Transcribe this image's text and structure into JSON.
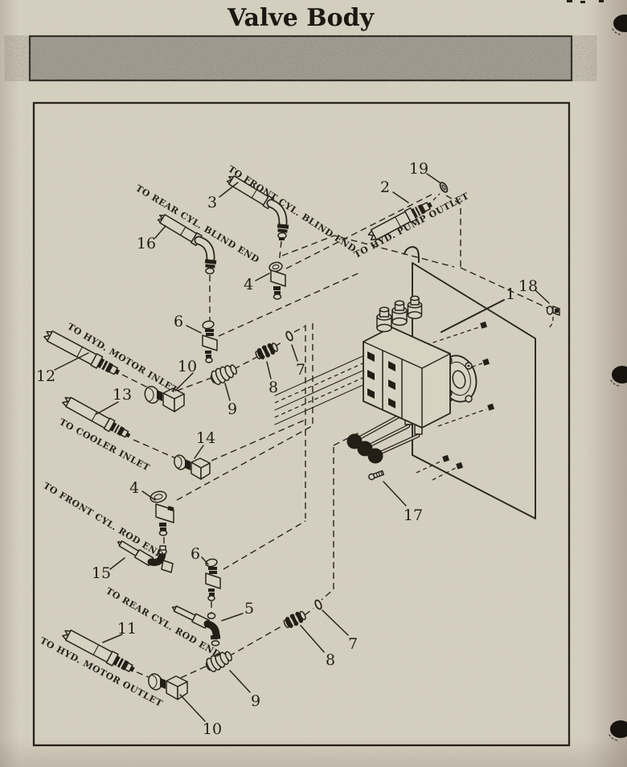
{
  "page": {
    "title": "Valve Body"
  },
  "diagram": {
    "labels": {
      "front_blind": "TO FRONT CYL. BLIND END",
      "rear_blind": "TO REAR CYL. BLIND END",
      "pump_outlet": "TO HYD. PUMP OUTLET",
      "motor_inlet": "TO HYD. MOTOR INLET",
      "cooler_inlet": "TO COOLER INLET",
      "front_rod": "TO FRONT CYL. ROD END",
      "rear_rod": "TO REAR CYL. ROD END",
      "motor_outlet": "TO HYD. MOTOR OUTLET"
    },
    "callouts": {
      "c1": "1",
      "c2": "2",
      "c3": "3",
      "c4_top": "4",
      "c4_left": "4",
      "c5": "5",
      "c6_mid": "6",
      "c6_low": "6",
      "c7_mid": "7",
      "c7_low": "7",
      "c8_mid": "8",
      "c8_low": "8",
      "c9_mid": "9",
      "c9_low": "9",
      "c10_mid": "10",
      "c10_low": "10",
      "c11": "11",
      "c12": "12",
      "c13": "13",
      "c14": "14",
      "c15": "15",
      "c16": "16",
      "c17": "17",
      "c18": "18",
      "c19": "19"
    }
  },
  "colors": {
    "paper": "#d8d2c3",
    "ink": "#2a241d",
    "band": "#a9a399",
    "binder_hole": "#17130e"
  }
}
